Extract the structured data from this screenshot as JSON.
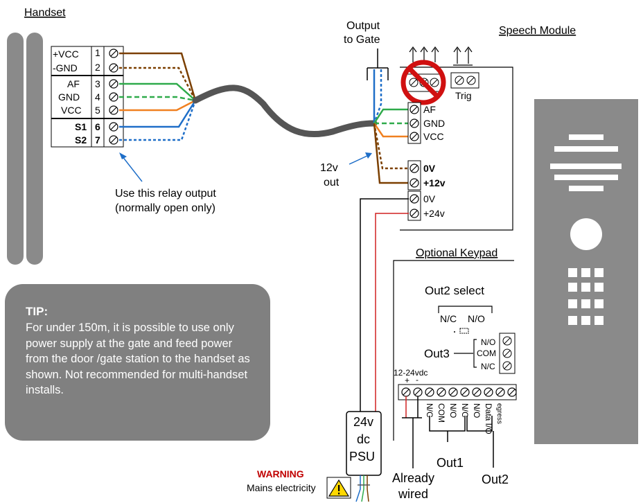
{
  "handset": {
    "title": "Handset",
    "terminals": [
      {
        "label": "+VCC",
        "num": "1"
      },
      {
        "label": "-GND",
        "num": "2"
      },
      {
        "label": "AF",
        "num": "3"
      },
      {
        "label": "GND",
        "num": "4"
      },
      {
        "label": "VCC",
        "num": "5"
      },
      {
        "label": "S1",
        "num": "6"
      },
      {
        "label": "S2",
        "num": "7"
      }
    ],
    "relay_note_line1": "Use this relay output",
    "relay_note_line2": "(normally open only)"
  },
  "gate_output": {
    "line1": "Output",
    "line2": "to Gate"
  },
  "twelve_v_out": {
    "line1": "12v",
    "line2": "out"
  },
  "speech_module": {
    "title": "Speech Module",
    "trig_label": "Trig",
    "terminals": [
      "AF",
      "GND",
      "VCC",
      "0V",
      "+12v",
      "0V",
      "+24v"
    ]
  },
  "keypad": {
    "title": "Optional Keypad",
    "out2_select": "Out2 select",
    "jumper_nc": "N/C",
    "jumper_no": "N/O",
    "out3_label": "Out3",
    "out3_terminals": [
      "N/O",
      "COM",
      "N/C"
    ],
    "supply_label": "12-24vdc",
    "supply_plus": "+",
    "supply_minus": "-",
    "bottom_terminals": [
      "N/C",
      "COM",
      "N/O",
      "N/C",
      "N/O",
      "Data I/O",
      "egress"
    ],
    "out1_label": "Out1",
    "out2_label": "Out2",
    "already_wired_line1": "Already",
    "already_wired_line2": "wired"
  },
  "psu": {
    "line1": "24v",
    "line2": "dc",
    "line3": "PSU"
  },
  "warning": {
    "title": "WARNING",
    "text": "Mains electricity"
  },
  "tip": {
    "title": "TIP:",
    "body": "For under 150m, it is possible to use only power supply at the gate and feed power from the door /gate station to the handset as shown. Not recommended for multi-handset installs."
  },
  "colors": {
    "brown": "#7b3f00",
    "green": "#2eaa4a",
    "orange": "#f08020",
    "blue": "#1e6ec8",
    "red": "#d02020",
    "cable": "#555555",
    "panel_grey": "#8a8a8a",
    "warning_red": "#c00000"
  }
}
